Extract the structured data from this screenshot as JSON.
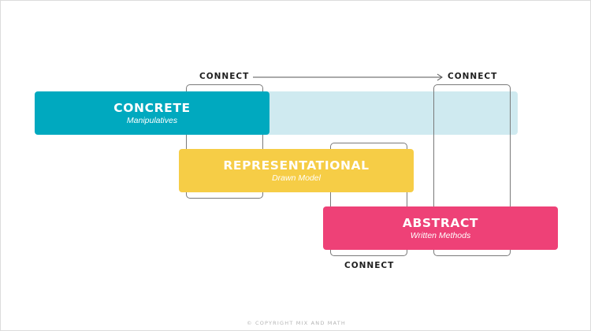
{
  "diagram": {
    "stages": {
      "concrete": {
        "title": "CONCRETE",
        "subtitle": "Manipulatives"
      },
      "representational": {
        "title": "REPRESENTATIONAL",
        "subtitle": "Drawn Model"
      },
      "abstract": {
        "title": "ABSTRACT",
        "subtitle": "Written Methods"
      }
    },
    "connect_labels": {
      "top_left": "CONNECT",
      "top_right": "CONNECT",
      "bottom": "CONNECT"
    },
    "colors": {
      "concrete": "#00a9bf",
      "concrete_extension": "#cfeaf0",
      "representational": "#f6cd46",
      "abstract": "#ee4177",
      "bracket": "#7a7a7a",
      "arrow": "#555555"
    }
  },
  "footer": {
    "copyright": "© COPYRIGHT MIX AND MATH"
  }
}
